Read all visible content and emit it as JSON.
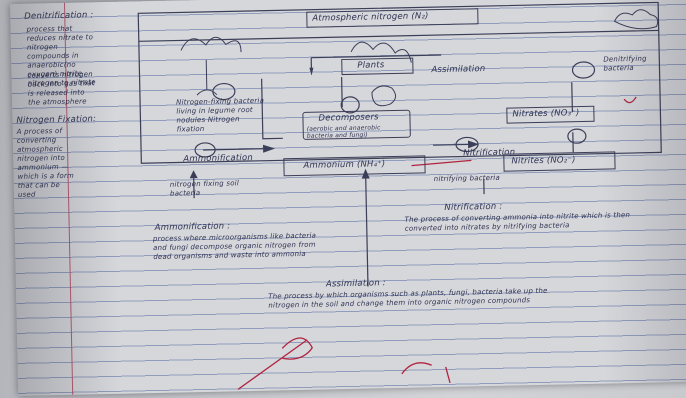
{
  "notes": {
    "denitrification_heading": "Denitrification :",
    "denitrification_text": "process that reduces nitrate to nitrogen compounds in anaerobic(no oxygen) nitrite nitrogen to nitrate",
    "denitrification_text2": "converts nitrogen back into gas that is released into the atmosphere",
    "fixation_heading": "Nitrogen Fixation:",
    "fixation_text": "A process of converting atmospheric nitrogen into ammonium — which is a form that can be used",
    "atmospheric": "Atmospheric nitrogen (N₂)",
    "plants": "Plants",
    "assimilation_label": "Assimilation",
    "denitrifying": "Denitrifying bacteria",
    "nitrogen_fixing_roots": "Nitrogen-fixing bacteria living in legume root nodules Nitrogen fixation",
    "decomposers": "Decomposers",
    "decomposers_sub": "(aerobic and anaerobic bacteria and fungi)",
    "nitrates": "Nitrates (NO₃⁻)",
    "ammonification_label": "Ammonification",
    "nitrification_label": "Nitrification",
    "ammonium": "Ammonium (NH₄⁺)",
    "nitrites": "Nitrites (NO₂⁻)",
    "nitrifying_bacteria": "nitrifying bacteria",
    "soil_bacteria": "nitrogen fixing soil bacteria",
    "ammonification_def_heading": "Ammonification :",
    "ammonification_def": "process where microorganisms like bacteria and fungi decompose organic nitrogen from dead organisms and waste into ammonia",
    "nitrification_def_heading": "Nitrification :",
    "nitrification_def": "The process of converting ammonia into nitrite which is then converted into nitrates by nitrifying bacteria",
    "assimilation_def_heading": "Assimilation :",
    "assimilation_def": "The process by which organisms such as plants, fungi, bacteria take up the nitrogen in the soil and change them into organic nitrogen compounds"
  },
  "colors": {
    "ink": "#2e3250",
    "red_ink": "#b0243f",
    "lines": "#8f9cbc"
  }
}
